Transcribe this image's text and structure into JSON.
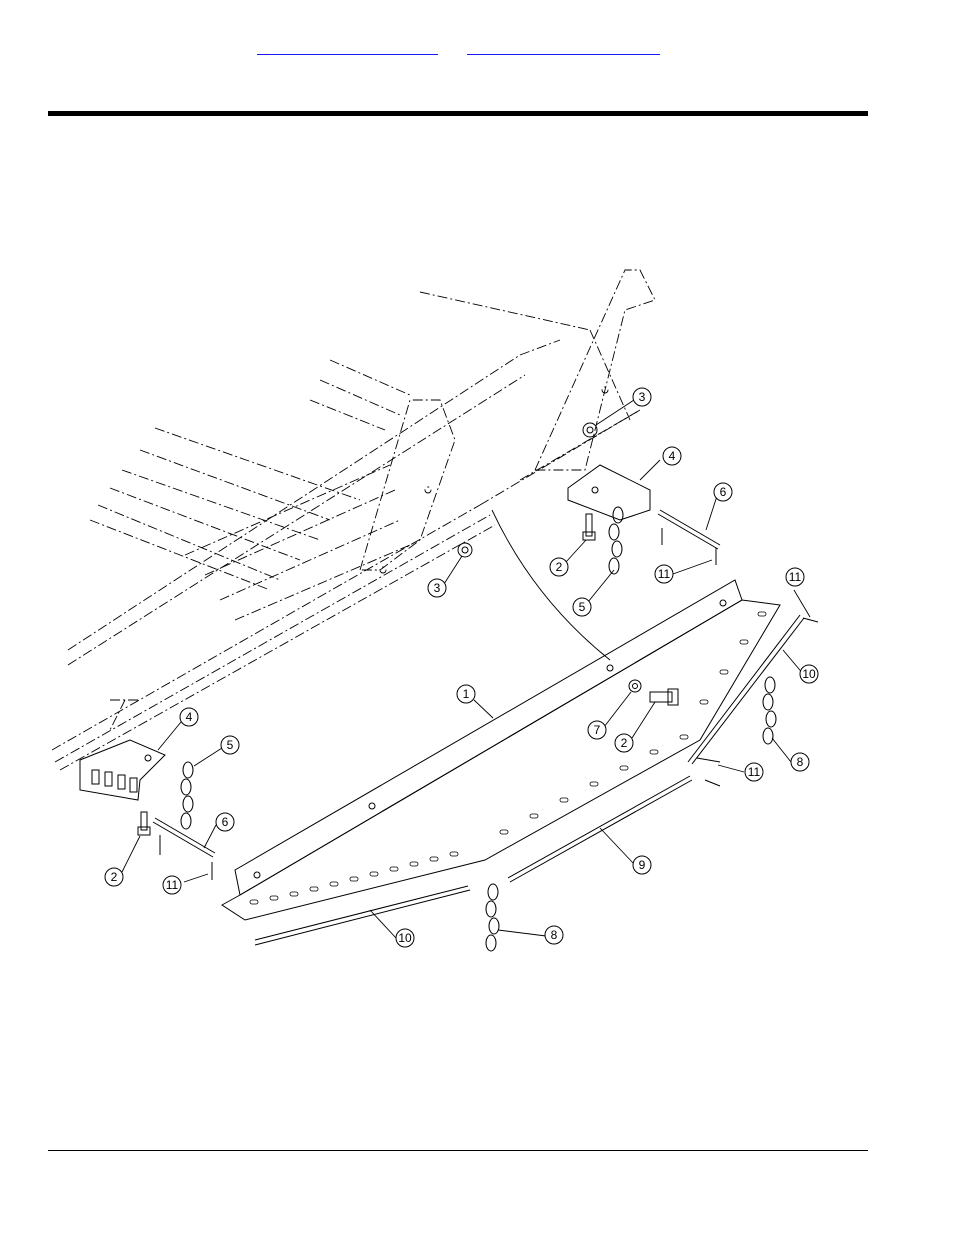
{
  "header": {
    "links": [
      {
        "id": "link-a",
        "label": ""
      },
      {
        "id": "link-b",
        "label": ""
      }
    ]
  },
  "diagram": {
    "callouts": [
      {
        "key": "c1",
        "label": "1"
      },
      {
        "key": "c2a",
        "label": "2"
      },
      {
        "key": "c2b",
        "label": "2"
      },
      {
        "key": "c2c",
        "label": "2"
      },
      {
        "key": "c3a",
        "label": "3"
      },
      {
        "key": "c3b",
        "label": "3"
      },
      {
        "key": "c4a",
        "label": "4"
      },
      {
        "key": "c4b",
        "label": "4"
      },
      {
        "key": "c5a",
        "label": "5"
      },
      {
        "key": "c5b",
        "label": "5"
      },
      {
        "key": "c6a",
        "label": "6"
      },
      {
        "key": "c6b",
        "label": "6"
      },
      {
        "key": "c7",
        "label": "7"
      },
      {
        "key": "c8a",
        "label": "8"
      },
      {
        "key": "c8b",
        "label": "8"
      },
      {
        "key": "c9",
        "label": "9"
      },
      {
        "key": "c10a",
        "label": "10"
      },
      {
        "key": "c10b",
        "label": "10"
      },
      {
        "key": "c11a",
        "label": "11"
      },
      {
        "key": "c11b",
        "label": "11"
      },
      {
        "key": "c11c",
        "label": "11"
      },
      {
        "key": "c11d",
        "label": "11"
      }
    ]
  }
}
